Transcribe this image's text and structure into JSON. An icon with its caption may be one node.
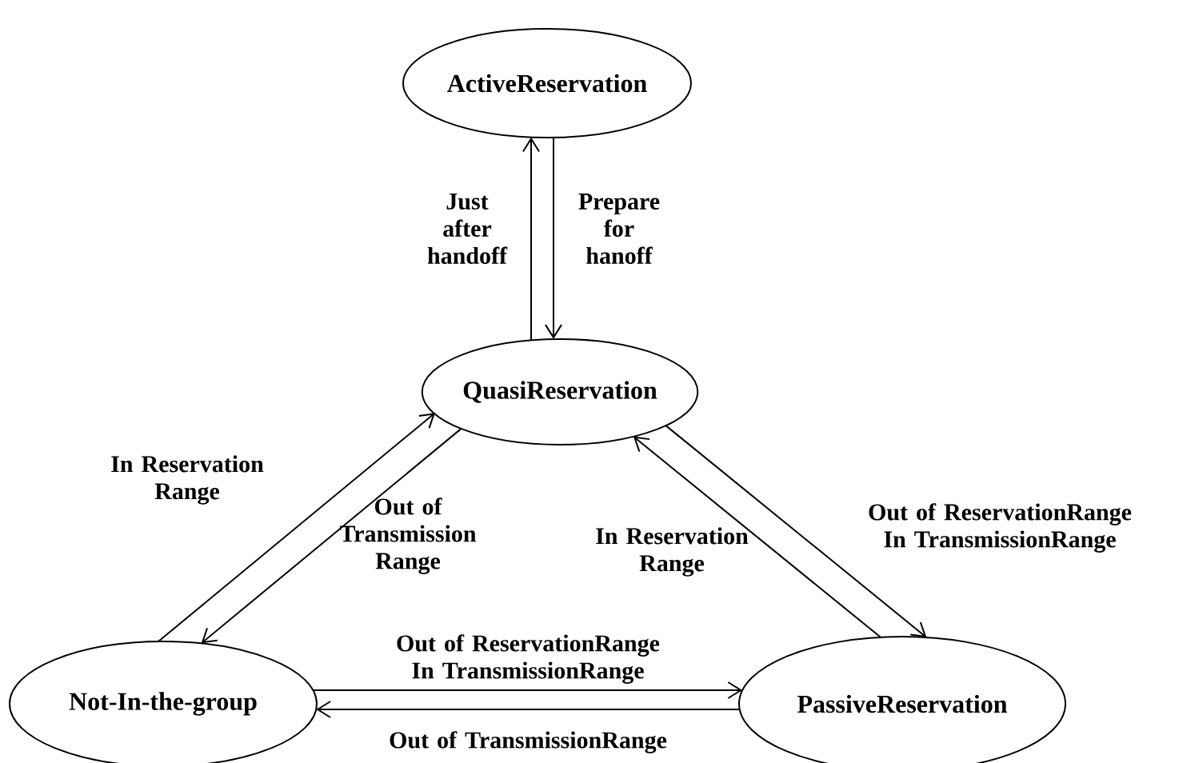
{
  "diagram": {
    "nodes": [
      {
        "text": [
          "ActiveReservation"
        ]
      },
      {
        "text": [
          "QuasiReservation"
        ]
      },
      {
        "text": [
          "Not-In-the-group"
        ]
      },
      {
        "text": [
          "PassiveReservation"
        ]
      }
    ],
    "edges": [
      {
        "from": 1,
        "to": 0,
        "arrow": "to",
        "label": "Just after handoff"
      },
      {
        "from": 0,
        "to": 1,
        "arrow": "to",
        "label": "Prepare for hanoff"
      },
      {
        "from": 2,
        "to": 1,
        "arrow": "to",
        "label": "In Reservation Range"
      },
      {
        "from": 1,
        "to": 2,
        "arrow": "to",
        "label": "Out of Transmission Range"
      },
      {
        "from": 3,
        "to": 1,
        "arrow": "to",
        "label": "In Reservation Range"
      },
      {
        "from": 1,
        "to": 3,
        "arrow": "to",
        "label": "Out of ReservationRange In TransmissionRange"
      },
      {
        "from": 2,
        "to": 3,
        "arrow": "to",
        "label": "Out of ReservationRange In TransmissionRange"
      },
      {
        "from": 3,
        "to": 2,
        "arrow": "to",
        "label": "Out of TransmissionRange"
      }
    ]
  }
}
